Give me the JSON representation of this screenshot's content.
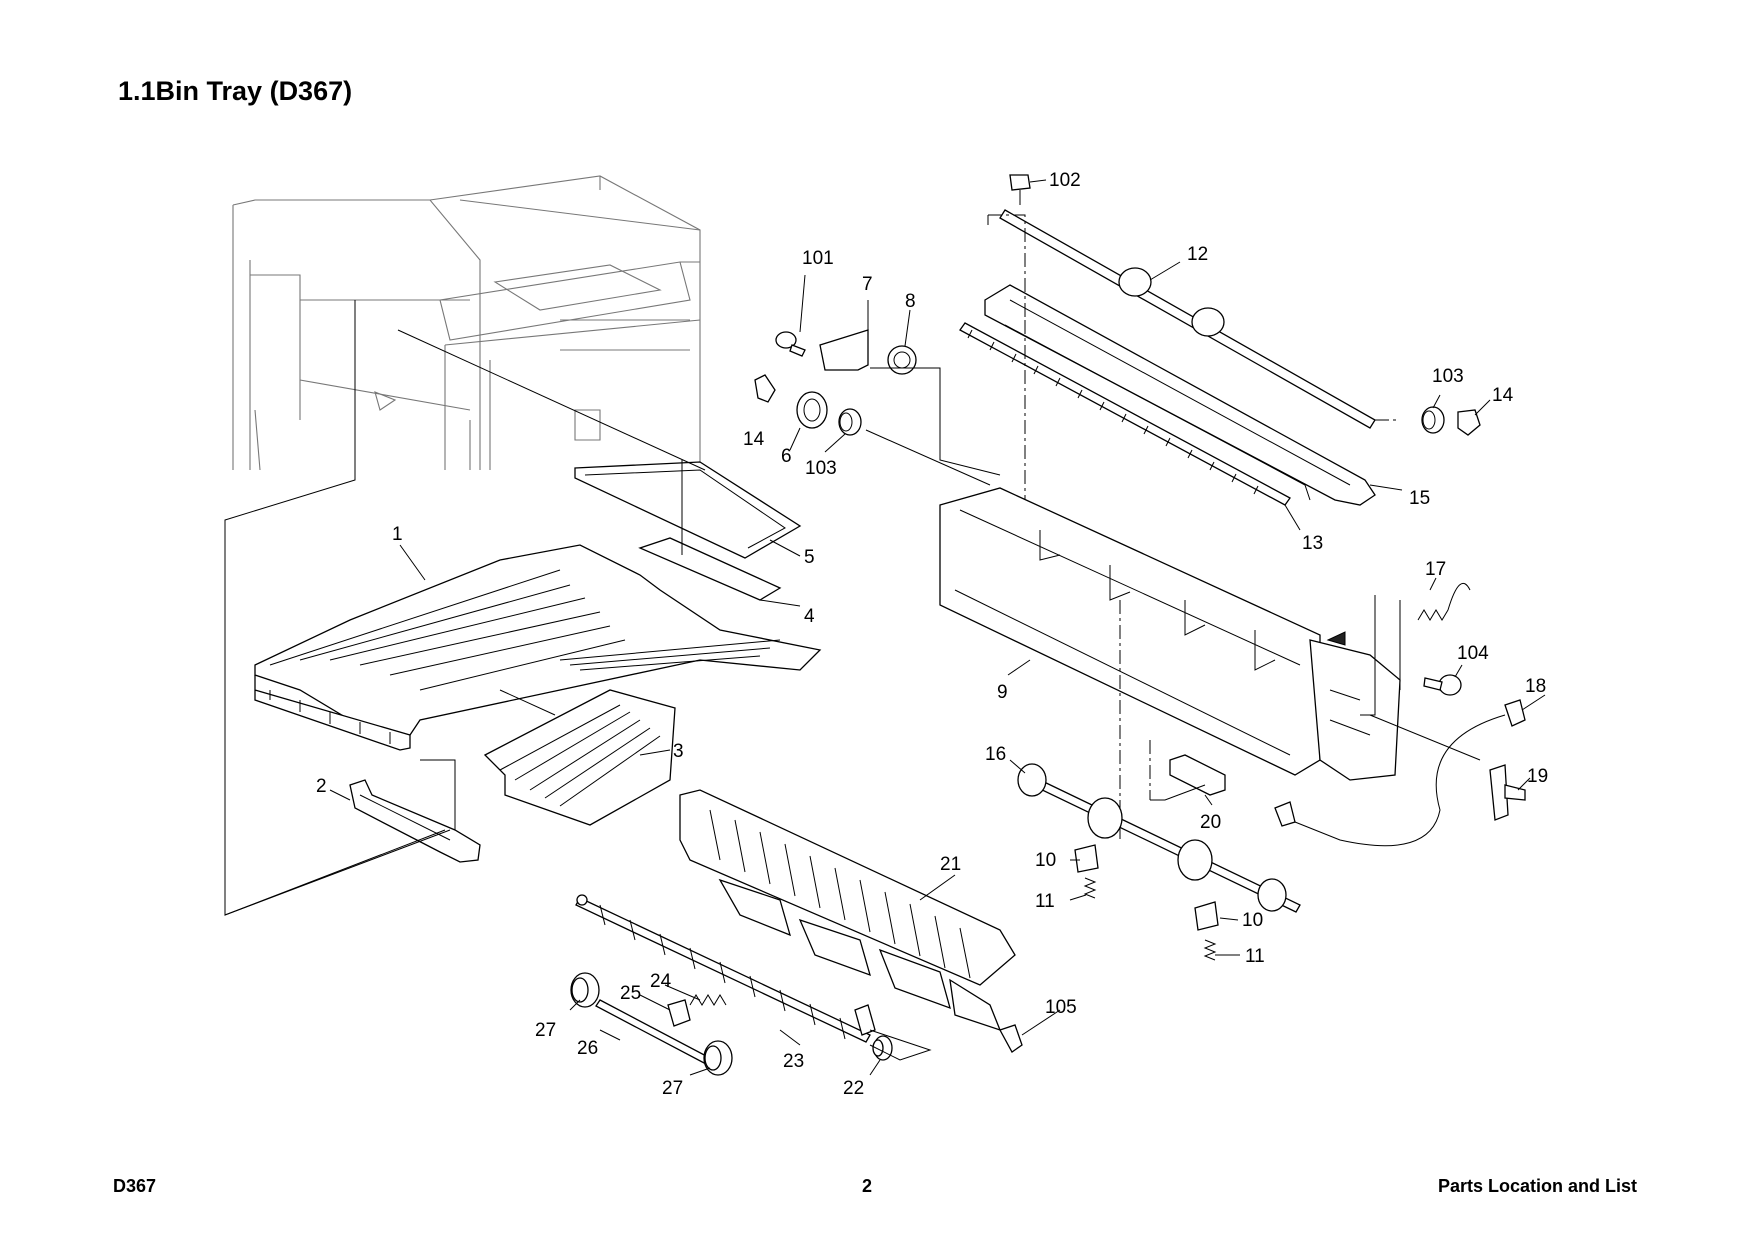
{
  "page": {
    "title": "1.1Bin Tray (D367)",
    "footer_left": "D367",
    "footer_center": "2",
    "footer_right": "Parts Location and List"
  },
  "callouts": {
    "p1": "1",
    "p2": "2",
    "p3": "3",
    "p4": "4",
    "p5": "5",
    "p6": "6",
    "p7": "7",
    "p8": "8",
    "p9": "9",
    "p10a": "10",
    "p10b": "10",
    "p11a": "11",
    "p11b": "11",
    "p12": "12",
    "p13": "13",
    "p14a": "14",
    "p14b": "14",
    "p15": "15",
    "p16": "16",
    "p17": "17",
    "p18": "18",
    "p19": "19",
    "p20": "20",
    "p21": "21",
    "p22": "22",
    "p23": "23",
    "p24": "24",
    "p25": "25",
    "p26": "26",
    "p27a": "27",
    "p27b": "27",
    "p101": "101",
    "p102": "102",
    "p103a": "103",
    "p103b": "103",
    "p104": "104",
    "p105": "105"
  }
}
